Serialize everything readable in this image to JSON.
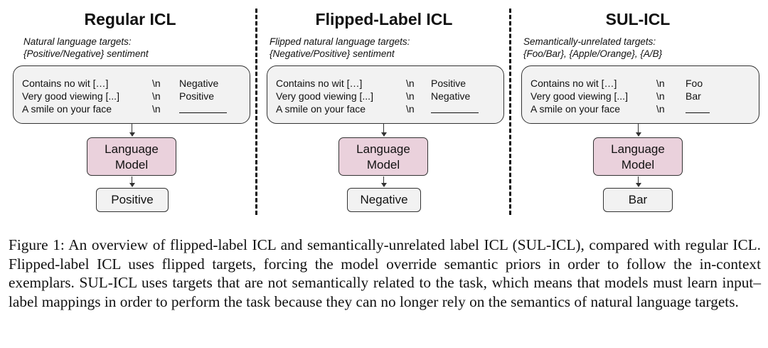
{
  "panels": [
    {
      "title": "Regular ICL",
      "target_desc": [
        "Natural language targets:",
        "{Positive/Negative} sentiment"
      ],
      "examples": [
        {
          "text": "Contains no wit […]",
          "sep": "\\n",
          "label": "Negative"
        },
        {
          "text": "Very good viewing [...]",
          "sep": "\\n",
          "label": "Positive"
        },
        {
          "text": "A smile on your face",
          "sep": "\\n",
          "label": ""
        }
      ],
      "model": [
        "Language",
        "Model"
      ],
      "output": "Positive"
    },
    {
      "title": "Flipped-Label ICL",
      "target_desc": [
        "Flipped natural language targets:",
        "{Negative/Positive} sentiment"
      ],
      "examples": [
        {
          "text": "Contains no wit […]",
          "sep": "\\n",
          "label": "Positive"
        },
        {
          "text": "Very good viewing [...]",
          "sep": "\\n",
          "label": "Negative"
        },
        {
          "text": "A smile on your face",
          "sep": "\\n",
          "label": ""
        }
      ],
      "model": [
        "Language",
        "Model"
      ],
      "output": "Negative"
    },
    {
      "title": "SUL-ICL",
      "target_desc": [
        "Semantically-unrelated targets:",
        "{Foo/Bar}, {Apple/Orange}, {A/B}"
      ],
      "examples": [
        {
          "text": "Contains no wit […]",
          "sep": "\\n",
          "label": "Foo"
        },
        {
          "text": "Very good viewing [...]",
          "sep": "\\n",
          "label": "Bar"
        },
        {
          "text": "A smile on your face",
          "sep": "\\n",
          "label": ""
        }
      ],
      "model": [
        "Language",
        "Model"
      ],
      "output": "Bar"
    }
  ],
  "caption": "Figure 1:  An overview of flipped-label ICL and semantically-unrelated label ICL (SUL-ICL), compared with regular ICL. Flipped-label ICL uses flipped targets, forcing the model override semantic priors in order to follow the in-context exemplars.  SUL-ICL uses targets that are not semantically related to the task, which means that models must learn input–label mappings in order to perform the task because they can no longer rely on the semantics of natural language targets."
}
